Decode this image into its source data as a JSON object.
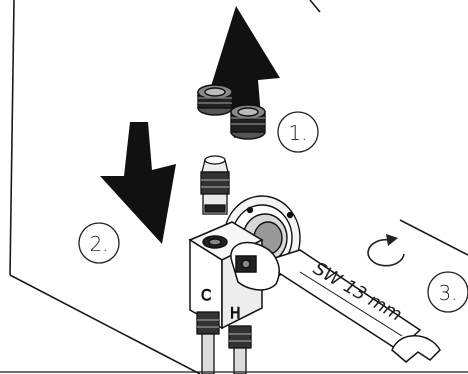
{
  "steps": [
    {
      "label": "1."
    },
    {
      "label": "2."
    },
    {
      "label": "3."
    }
  ],
  "wrench_text": "SW 13 mm",
  "valve_markings": {
    "cold": "C",
    "hot": "H"
  },
  "colors": {
    "line": "#1a1a1a",
    "dark": "#111111",
    "gray": "#9a9a9a",
    "light": "#e6e6e6",
    "bg": "#ffffff"
  },
  "icons": [
    "arrow-up-icon",
    "arrow-down-icon",
    "rotate-clockwise-icon"
  ]
}
